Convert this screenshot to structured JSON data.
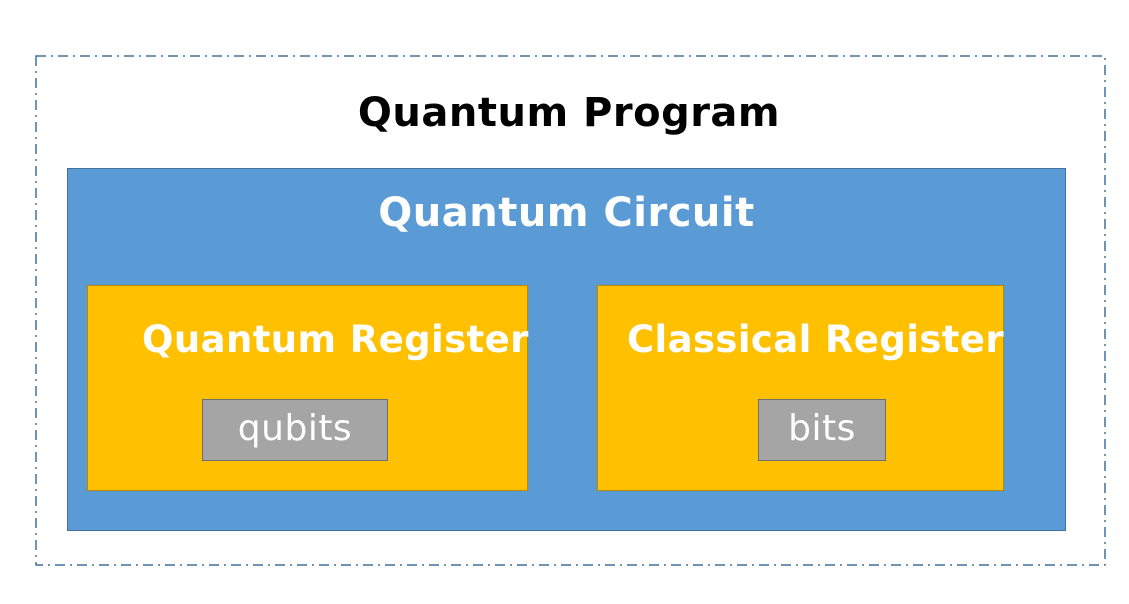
{
  "program": {
    "title": "Quantum Program",
    "border_color": "#41719c"
  },
  "circuit": {
    "title": "Quantum Circuit",
    "fill": "#5b9bd5",
    "border": "#41719c"
  },
  "registers": [
    {
      "title": "Quantum Register",
      "fill": "#ffc000",
      "content": {
        "label": "qubits",
        "fill": "#a5a5a5"
      }
    },
    {
      "title": "Classical Register",
      "fill": "#ffc000",
      "content": {
        "label": "bits",
        "fill": "#a5a5a5"
      }
    }
  ]
}
